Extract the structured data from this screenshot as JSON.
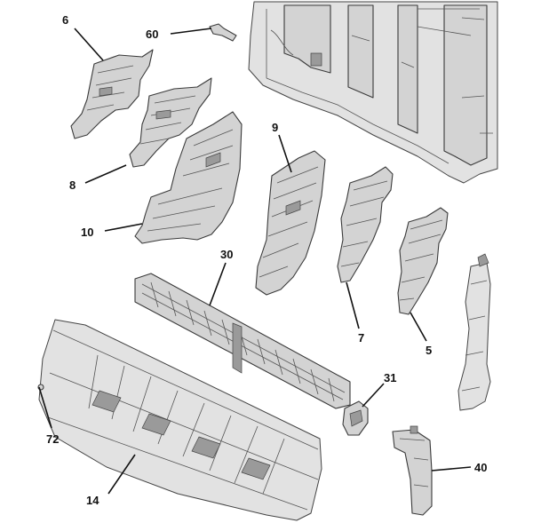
{
  "callouts": [
    {
      "id": "6",
      "label": "6"
    },
    {
      "id": "60",
      "label": "60"
    },
    {
      "id": "8",
      "label": "8"
    },
    {
      "id": "9",
      "label": "9"
    },
    {
      "id": "10",
      "label": "10"
    },
    {
      "id": "30",
      "label": "30"
    },
    {
      "id": "7",
      "label": "7"
    },
    {
      "id": "5",
      "label": "5"
    },
    {
      "id": "31",
      "label": "31"
    },
    {
      "id": "72",
      "label": "72"
    },
    {
      "id": "14",
      "label": "14"
    },
    {
      "id": "40",
      "label": "40"
    }
  ]
}
